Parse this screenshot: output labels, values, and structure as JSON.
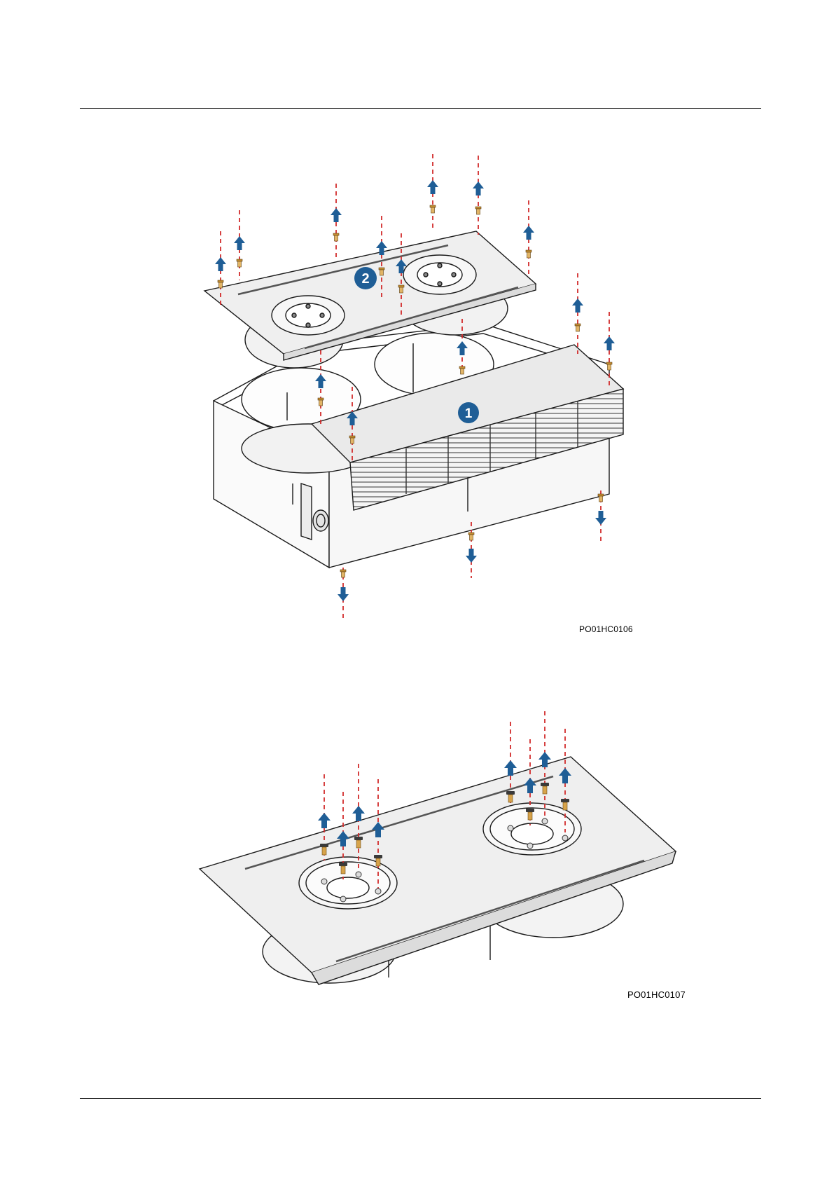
{
  "figure1": {
    "caption": "PO01HC0106",
    "callouts": [
      "2",
      "1"
    ]
  },
  "figure2": {
    "caption": "PO01HC0107"
  },
  "colors": {
    "dash": "#d22b2b",
    "arrow": "#1f5e96",
    "screw": "#d7a34a",
    "callout": "#1f5e96",
    "line": "#1a1a1a",
    "plate": "#efefef"
  }
}
